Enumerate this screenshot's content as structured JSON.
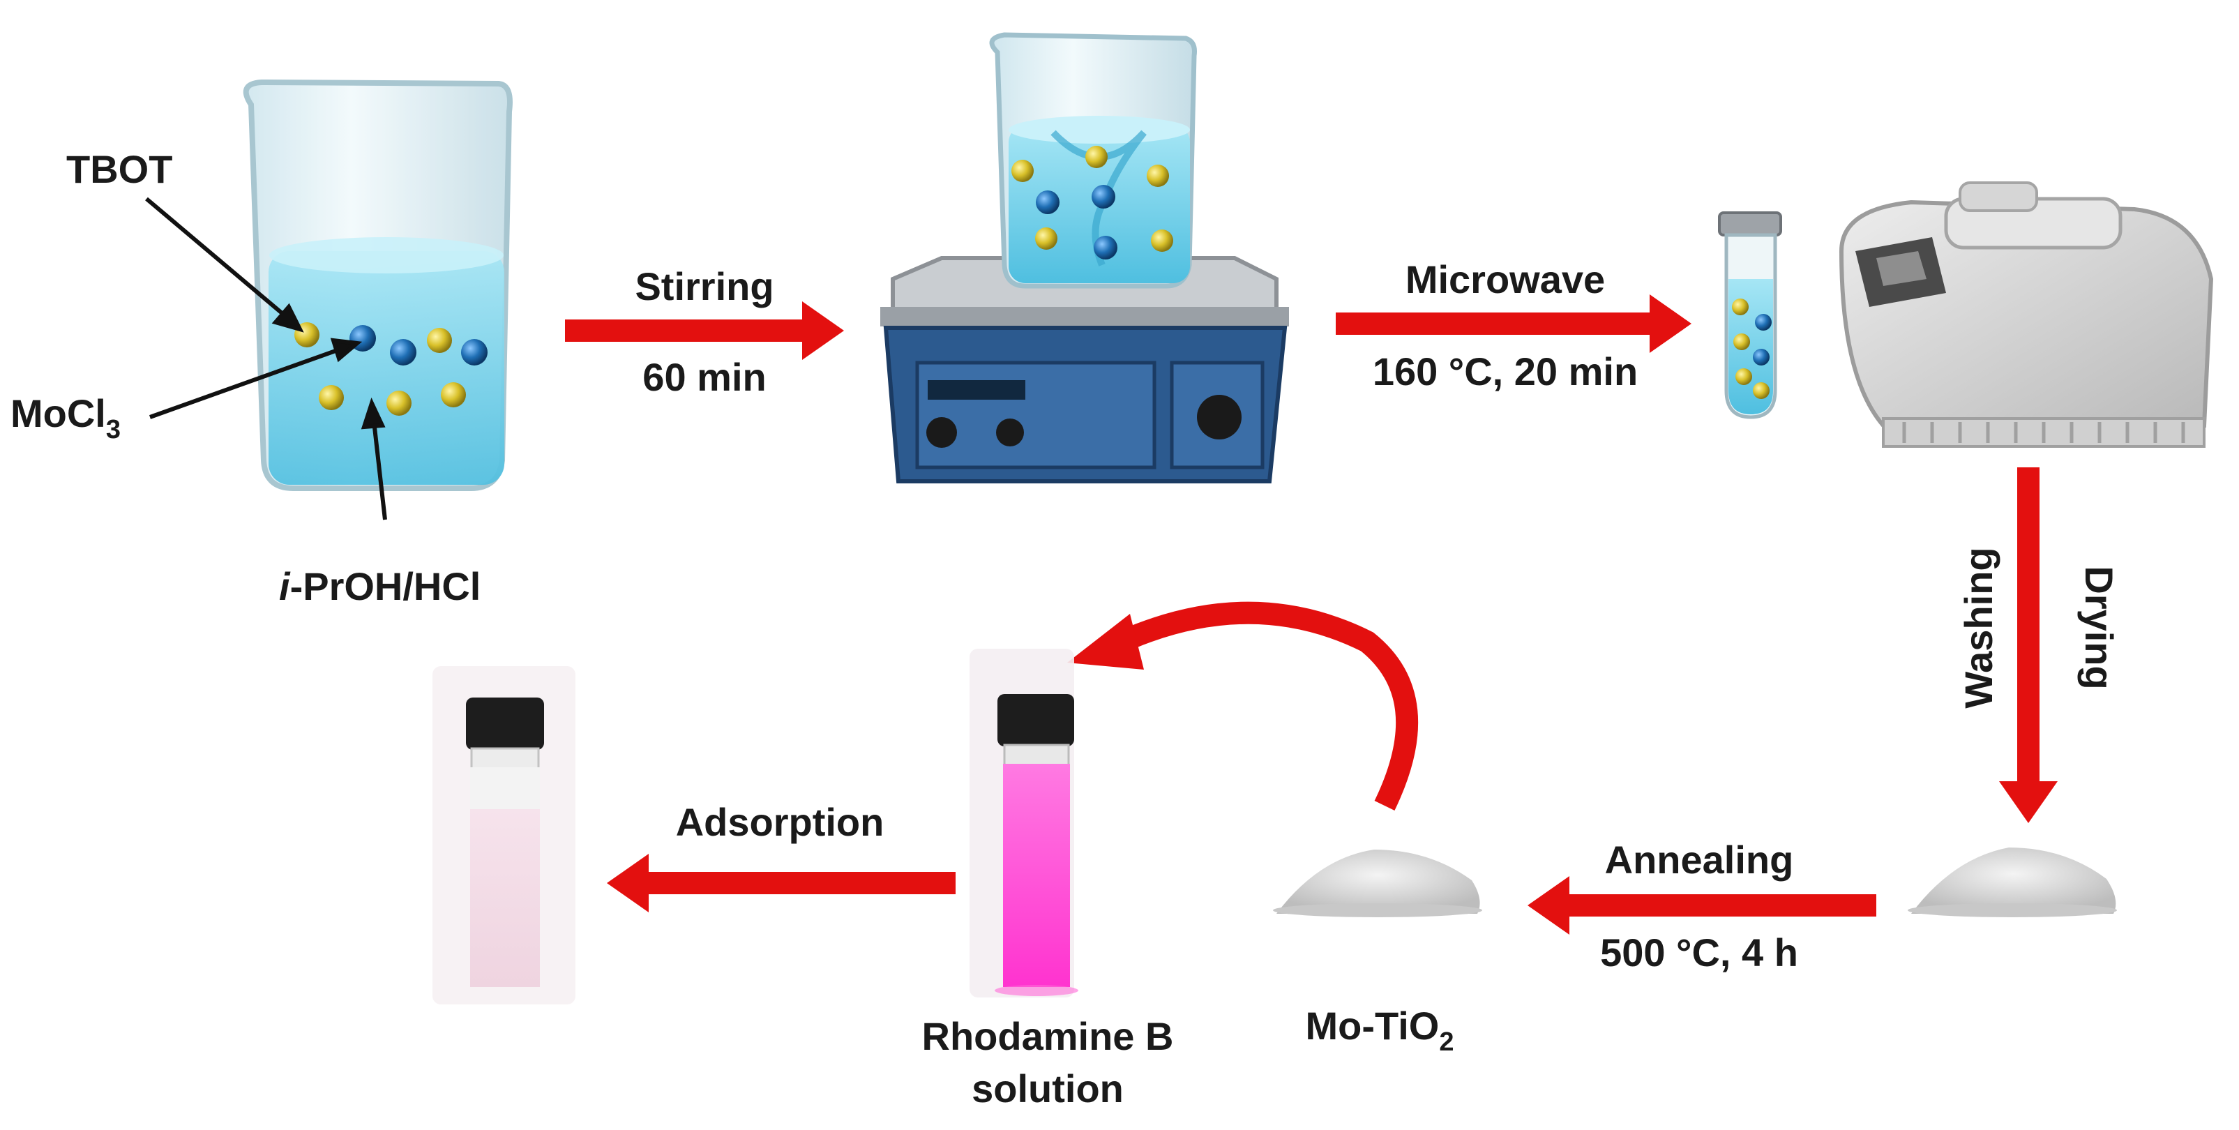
{
  "labels": {
    "tbot": "TBOT",
    "mocl3": {
      "base": "MoCl",
      "sub": "3"
    },
    "iproh_hcl": {
      "italic": "i",
      "rest": "-PrOH/HCl"
    },
    "mo_tio2": {
      "base": "Mo-TiO",
      "sub": "2"
    },
    "rhodamine_line1": "Rhodamine B",
    "rhodamine_line2": "solution"
  },
  "steps": {
    "stirring": {
      "label": "Stirring",
      "detail": "60 min"
    },
    "microwave": {
      "label": "Microwave",
      "detail": "160 °C, 20 min"
    },
    "washing": {
      "label": "Washing"
    },
    "drying": {
      "label": "Drying"
    },
    "annealing": {
      "label": "Annealing",
      "detail": "500 °C, 4 h"
    },
    "adsorption": {
      "label": "Adsorption"
    }
  },
  "colors": {
    "arrow": "#e3100f",
    "liquid": "#6fd0ea",
    "gold_sphere": "#d9c12a",
    "blue_sphere": "#1f6fb5",
    "stirrer_body": "#2c5a8f",
    "rhodamine": "#ff4fd8"
  }
}
